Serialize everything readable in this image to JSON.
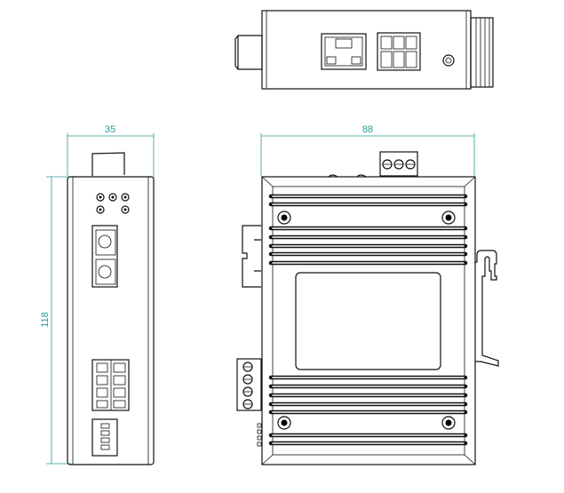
{
  "dimensions": {
    "width_front": "35",
    "width_side": "88",
    "height": "118"
  },
  "colors": {
    "dimension": "#2a9a95",
    "outline": "#111111"
  }
}
